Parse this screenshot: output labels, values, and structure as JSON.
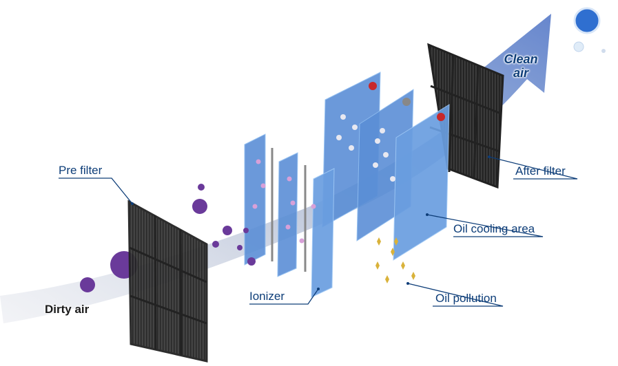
{
  "labels": {
    "pre_filter": "Pre filter",
    "dirty_air": "Dirty air",
    "ionizer": "Ionizer",
    "oil_pollution": "Oil pollution",
    "oil_cooling_area": "Oil cooling area",
    "after_filter": "After filter",
    "clean_air_line1": "Clean",
    "clean_air_line2": "air"
  },
  "colors": {
    "label": "#0d3d78",
    "plate": "#5b8fd6",
    "filter": "#2c2c2c",
    "particle": "#6a3a9a",
    "oil": "#d9b23a"
  }
}
